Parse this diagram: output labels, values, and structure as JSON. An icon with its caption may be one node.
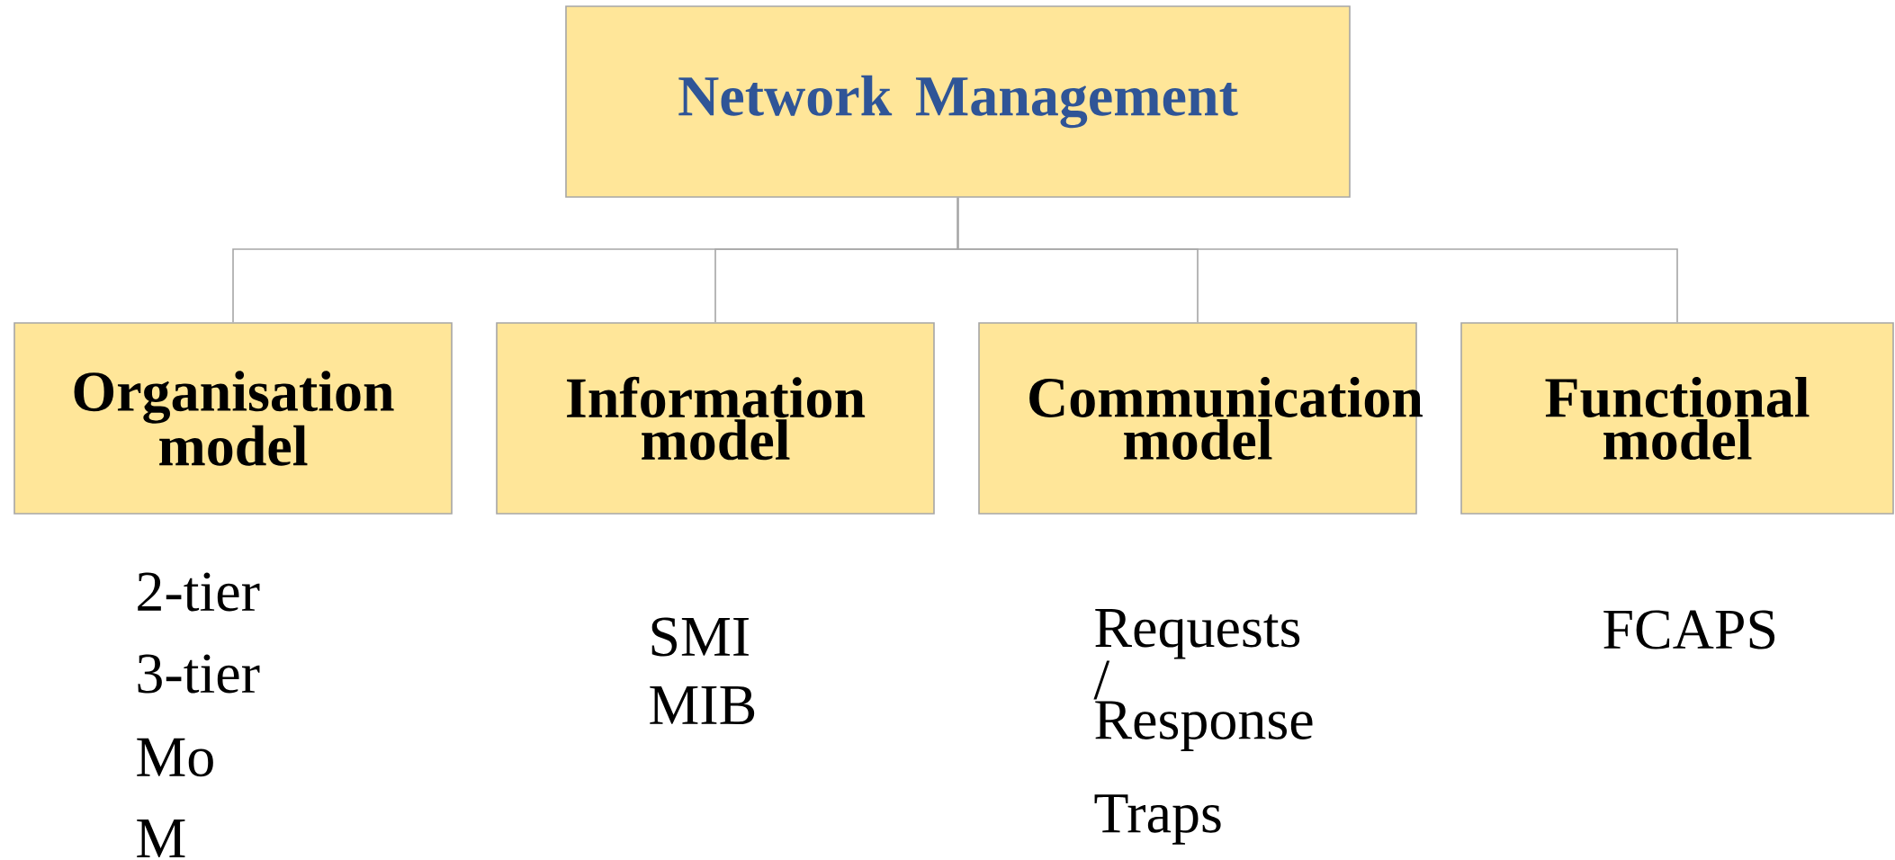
{
  "diagram": {
    "nodes": [
      {
        "text": [
          "Network Management"
        ]
      },
      {
        "text": [
          "Organisation model"
        ]
      },
      {
        "text": [
          "Information model"
        ]
      },
      {
        "text": [
          "Communication model"
        ]
      },
      {
        "text": [
          "Functional model"
        ]
      }
    ],
    "edges": [
      {
        "from": 0,
        "to": 1,
        "arrow": "none"
      },
      {
        "from": 0,
        "to": 2,
        "arrow": "none"
      },
      {
        "from": 0,
        "to": 3,
        "arrow": "none"
      },
      {
        "from": 0,
        "to": 4,
        "arrow": "none"
      }
    ],
    "labels": [
      "2-tier",
      "3-tier",
      "Mo",
      "M",
      "SMI",
      "MIB",
      "Requests / Response",
      "Traps",
      "FCAPS"
    ]
  }
}
